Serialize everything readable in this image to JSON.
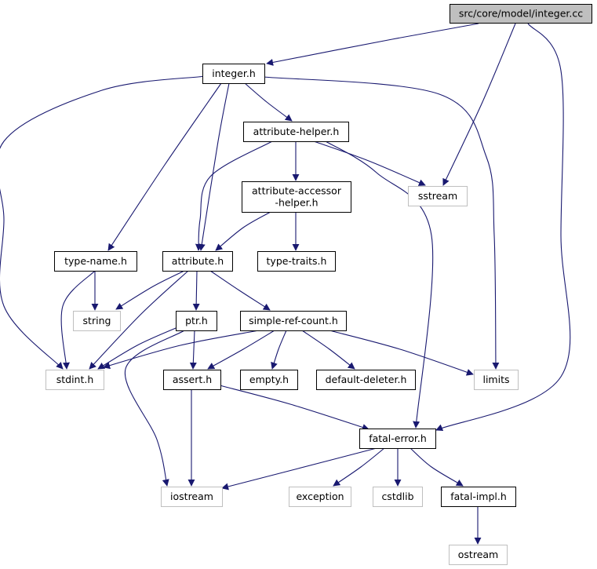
{
  "diagram": {
    "colors": {
      "edge": "#191970",
      "arrowhead": "#191970",
      "root_fill": "#bfbfbf",
      "root_border": "#000000",
      "local_border": "#000000",
      "external_border": "#bfbfbf",
      "node_fill": "#ffffff"
    },
    "nodes": {
      "root": {
        "label": "src/core/model/integer.cc",
        "kind": "root"
      },
      "integer": {
        "label": "integer.h",
        "kind": "local"
      },
      "attribute_helper": {
        "label": "attribute-helper.h",
        "kind": "local"
      },
      "attribute_accessor_helper": {
        "label": [
          "attribute-accessor",
          "-helper.h"
        ],
        "kind": "local"
      },
      "sstream": {
        "label": "sstream",
        "kind": "external"
      },
      "type_name": {
        "label": "type-name.h",
        "kind": "local"
      },
      "attribute": {
        "label": "attribute.h",
        "kind": "local"
      },
      "type_traits": {
        "label": "type-traits.h",
        "kind": "local"
      },
      "string": {
        "label": "string",
        "kind": "external"
      },
      "ptr": {
        "label": "ptr.h",
        "kind": "local"
      },
      "simple_ref_count": {
        "label": "simple-ref-count.h",
        "kind": "local"
      },
      "stdint": {
        "label": "stdint.h",
        "kind": "external"
      },
      "assert": {
        "label": "assert.h",
        "kind": "local"
      },
      "empty": {
        "label": "empty.h",
        "kind": "local"
      },
      "default_deleter": {
        "label": "default-deleter.h",
        "kind": "local"
      },
      "limits": {
        "label": "limits",
        "kind": "external"
      },
      "fatal_error": {
        "label": "fatal-error.h",
        "kind": "local"
      },
      "iostream": {
        "label": "iostream",
        "kind": "external"
      },
      "exception": {
        "label": "exception",
        "kind": "external"
      },
      "cstdlib": {
        "label": "cstdlib",
        "kind": "external"
      },
      "fatal_impl": {
        "label": "fatal-impl.h",
        "kind": "local"
      },
      "ostream": {
        "label": "ostream",
        "kind": "external"
      }
    },
    "edges": [
      {
        "from": "root",
        "to": "integer"
      },
      {
        "from": "root",
        "to": "sstream"
      },
      {
        "from": "root",
        "to": "fatal_error"
      },
      {
        "from": "integer",
        "to": "attribute_helper"
      },
      {
        "from": "integer",
        "to": "attribute"
      },
      {
        "from": "integer",
        "to": "type_name"
      },
      {
        "from": "integer",
        "to": "stdint"
      },
      {
        "from": "integer",
        "to": "limits"
      },
      {
        "from": "attribute_helper",
        "to": "attribute_accessor_helper"
      },
      {
        "from": "attribute_helper",
        "to": "sstream"
      },
      {
        "from": "attribute_helper",
        "to": "attribute"
      },
      {
        "from": "attribute_helper",
        "to": "fatal_error"
      },
      {
        "from": "attribute_accessor_helper",
        "to": "attribute"
      },
      {
        "from": "attribute_accessor_helper",
        "to": "type_traits"
      },
      {
        "from": "type_name",
        "to": "string"
      },
      {
        "from": "type_name",
        "to": "stdint"
      },
      {
        "from": "attribute",
        "to": "string"
      },
      {
        "from": "attribute",
        "to": "ptr"
      },
      {
        "from": "attribute",
        "to": "simple_ref_count"
      },
      {
        "from": "attribute",
        "to": "stdint"
      },
      {
        "from": "ptr",
        "to": "stdint"
      },
      {
        "from": "ptr",
        "to": "assert"
      },
      {
        "from": "ptr",
        "to": "iostream"
      },
      {
        "from": "simple_ref_count",
        "to": "stdint"
      },
      {
        "from": "simple_ref_count",
        "to": "assert"
      },
      {
        "from": "simple_ref_count",
        "to": "empty"
      },
      {
        "from": "simple_ref_count",
        "to": "default_deleter"
      },
      {
        "from": "simple_ref_count",
        "to": "limits"
      },
      {
        "from": "assert",
        "to": "iostream"
      },
      {
        "from": "assert",
        "to": "fatal_error"
      },
      {
        "from": "fatal_error",
        "to": "iostream"
      },
      {
        "from": "fatal_error",
        "to": "exception"
      },
      {
        "from": "fatal_error",
        "to": "cstdlib"
      },
      {
        "from": "fatal_error",
        "to": "fatal_impl"
      },
      {
        "from": "fatal_impl",
        "to": "ostream"
      }
    ]
  }
}
